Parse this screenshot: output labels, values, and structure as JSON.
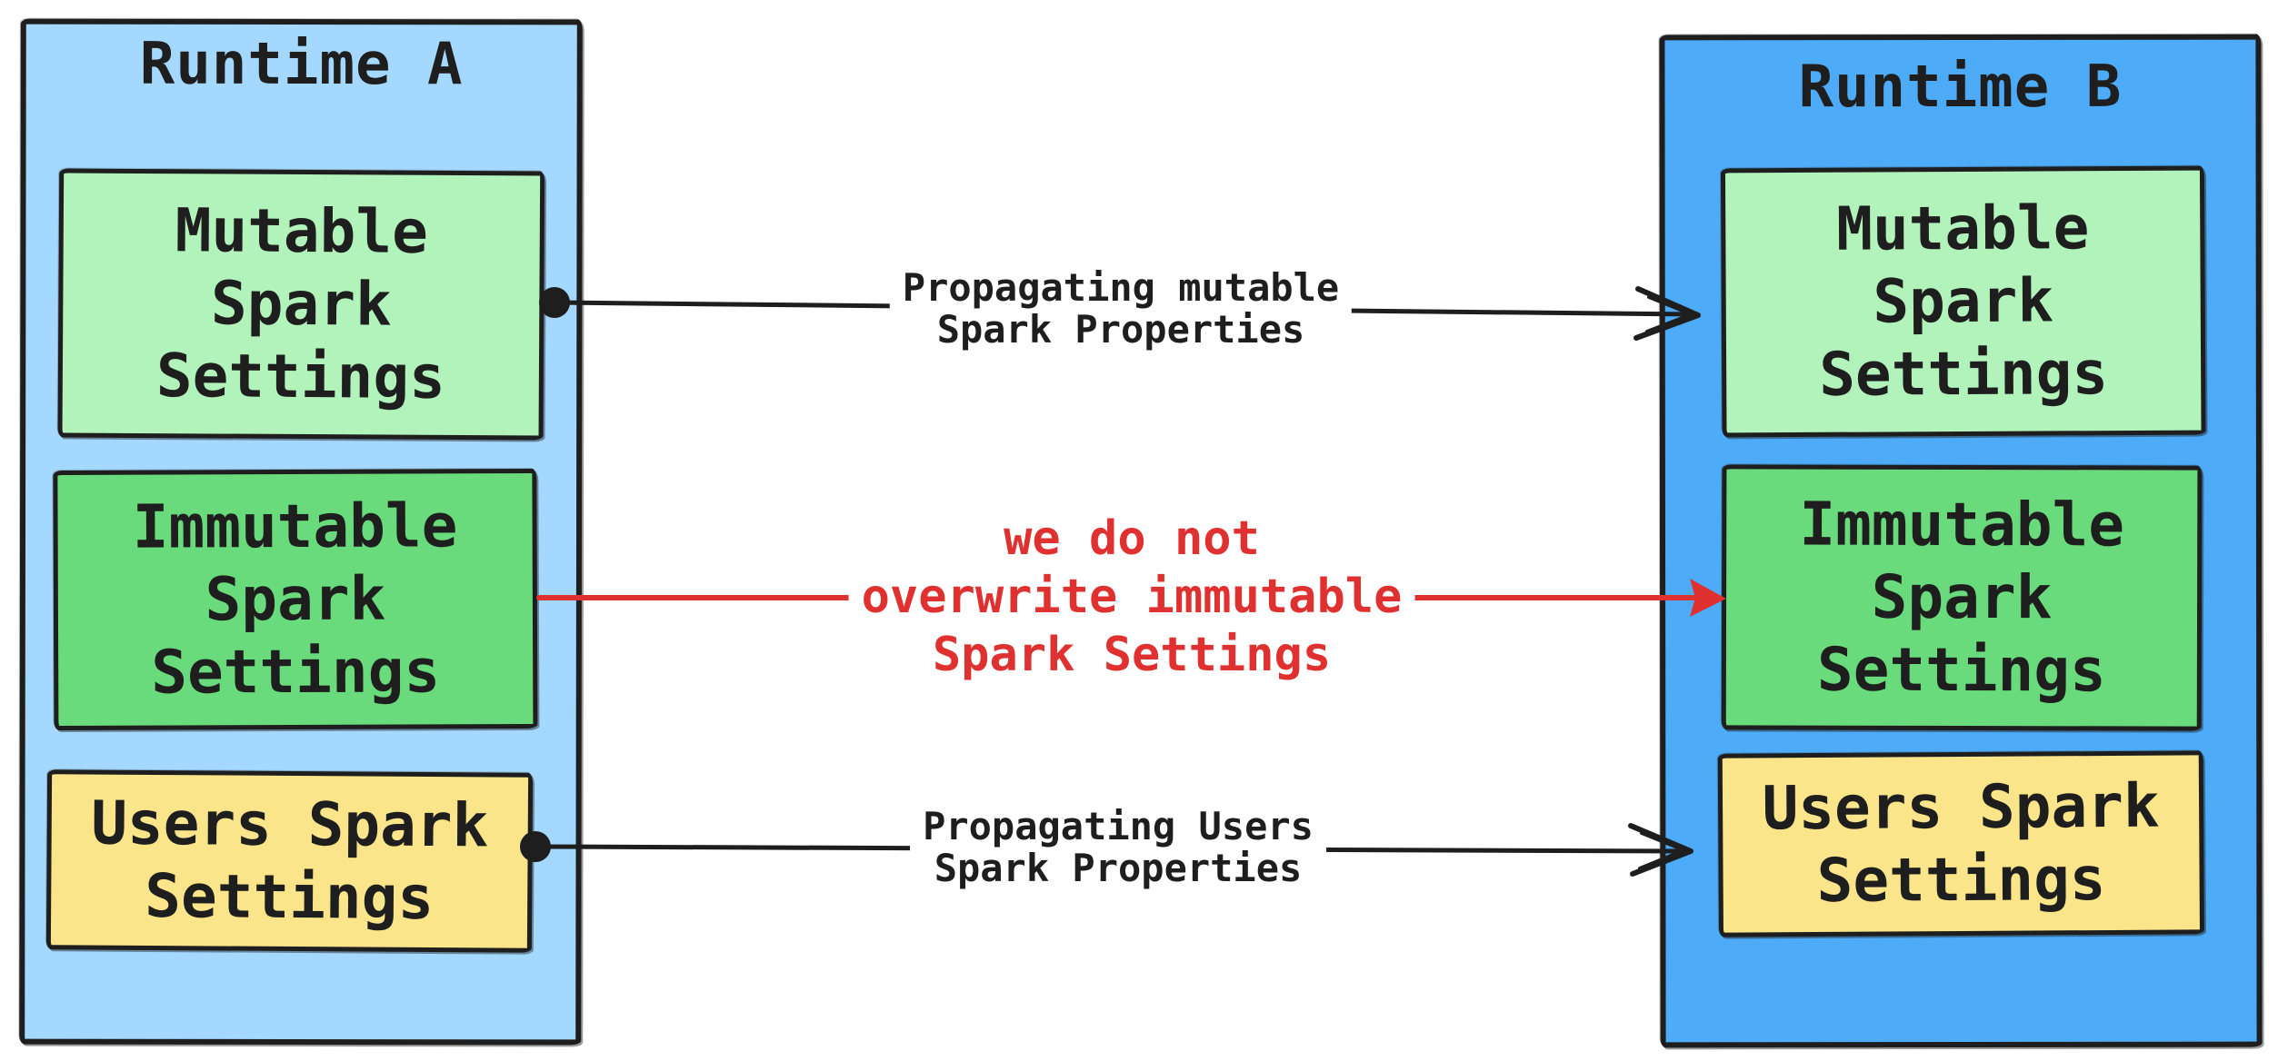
{
  "diagram": {
    "background": "#ffffff",
    "stroke_color": "#1e1e1e",
    "containers": [
      {
        "id": "runtime-a",
        "title": "Runtime A",
        "fill": "#a5d8ff",
        "boxes": [
          {
            "id": "mutable-a",
            "label": "Mutable Spark Settings",
            "lines": [
              "Mutable",
              "Spark",
              "Settings"
            ],
            "fill": "#b2f2bb"
          },
          {
            "id": "immutable-a",
            "label": "Immutable Spark Settings",
            "lines": [
              "Immutable",
              "Spark",
              "Settings"
            ],
            "fill": "#69db7c"
          },
          {
            "id": "users-a",
            "label": "Users Spark Settings",
            "lines": [
              "Users Spark",
              "Settings"
            ],
            "fill": "#fae58b"
          }
        ]
      },
      {
        "id": "runtime-b",
        "title": "Runtime B",
        "fill": "#4dabf7",
        "boxes": [
          {
            "id": "mutable-b",
            "label": "Mutable Spark Settings",
            "lines": [
              "Mutable",
              "Spark",
              "Settings"
            ],
            "fill": "#b2f2bb"
          },
          {
            "id": "immutable-b",
            "label": "Immutable Spark Settings",
            "lines": [
              "Immutable",
              "Spark",
              "Settings"
            ],
            "fill": "#69db7c"
          },
          {
            "id": "users-b",
            "label": "Users Spark Settings",
            "lines": [
              "Users Spark",
              "Settings"
            ],
            "fill": "#fae58b"
          }
        ]
      }
    ],
    "arrows": [
      {
        "id": "mutable-propagation-arrow",
        "from": "mutable-a",
        "to": "mutable-b",
        "color": "#1e1e1e",
        "label_lines": [
          "Propagating mutable",
          "Spark Properties"
        ]
      },
      {
        "id": "immutable-no-overwrite-arrow",
        "from": "immutable-a",
        "to": "immutable-b",
        "color": "#e03131",
        "label_lines": [
          "we do not",
          "overwrite immutable",
          "Spark Settings"
        ]
      },
      {
        "id": "users-propagation-arrow",
        "from": "users-a",
        "to": "users-b",
        "color": "#1e1e1e",
        "label_lines": [
          "Propagating Users",
          "Spark Properties"
        ]
      }
    ]
  }
}
